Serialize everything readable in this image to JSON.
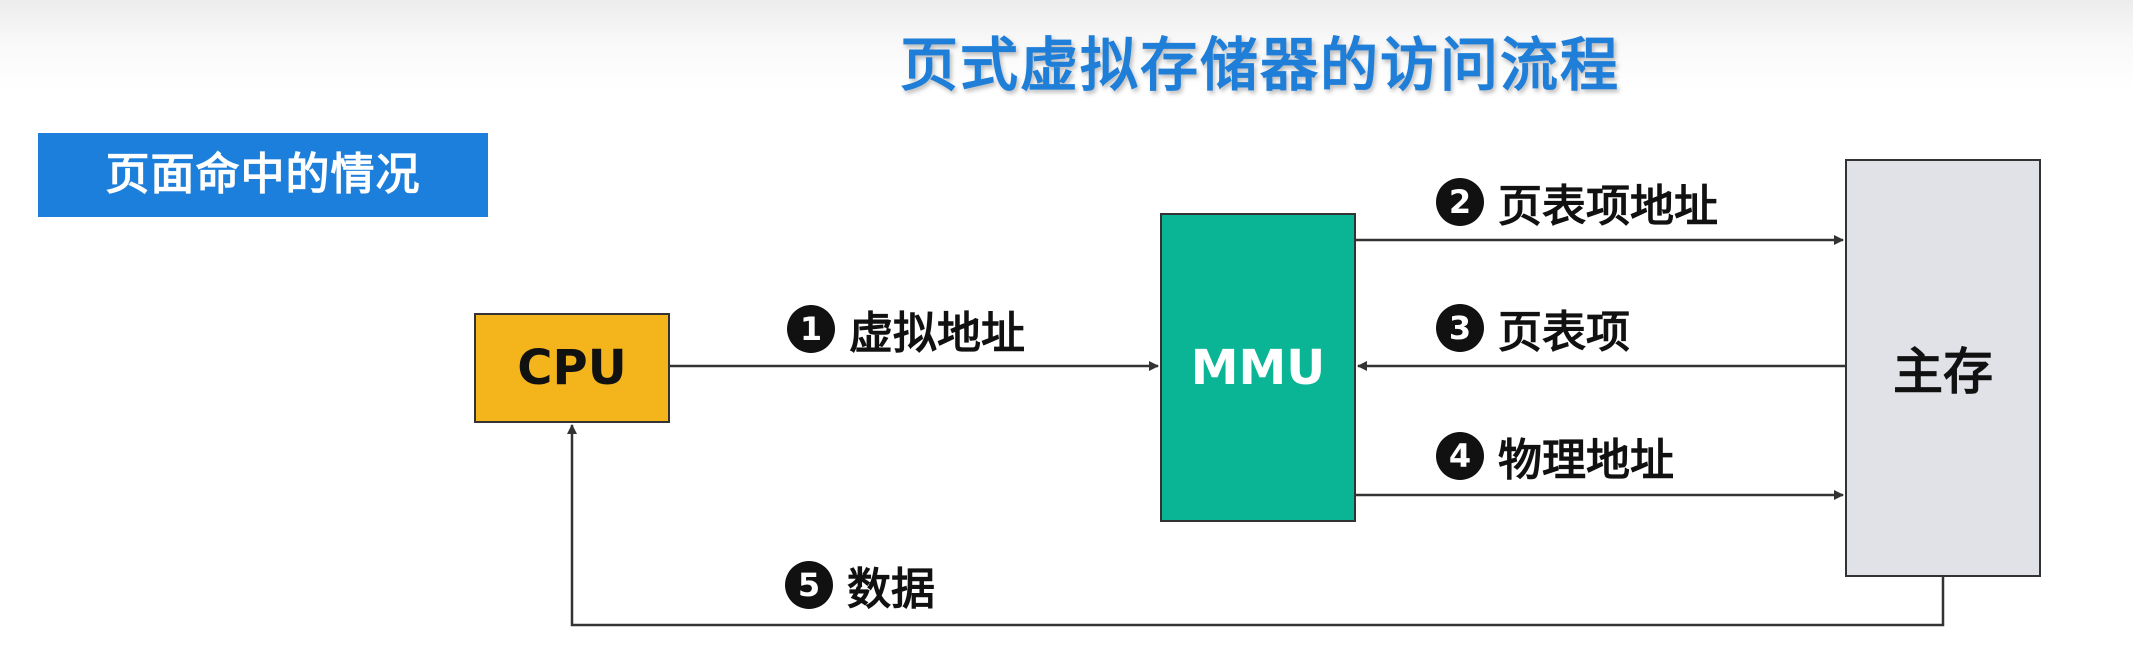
{
  "title": "页式虚拟存储器的访问流程",
  "section_tag": "页面命中的情况",
  "nodes": {
    "cpu": "CPU",
    "mmu": "MMU",
    "memory": "主存"
  },
  "steps": [
    {
      "num": "1",
      "label": "虚拟地址"
    },
    {
      "num": "2",
      "label": "页表项地址"
    },
    {
      "num": "3",
      "label": "页表项"
    },
    {
      "num": "4",
      "label": "物理地址"
    },
    {
      "num": "5",
      "label": "数据"
    }
  ],
  "colors": {
    "title": "#1f7fd8",
    "section_tag_bg": "#1d7fdc",
    "cpu_fill": "#f4b51c",
    "mmu_fill": "#0ab596",
    "memory_fill": "#e1e2e8",
    "line": "#333333"
  }
}
